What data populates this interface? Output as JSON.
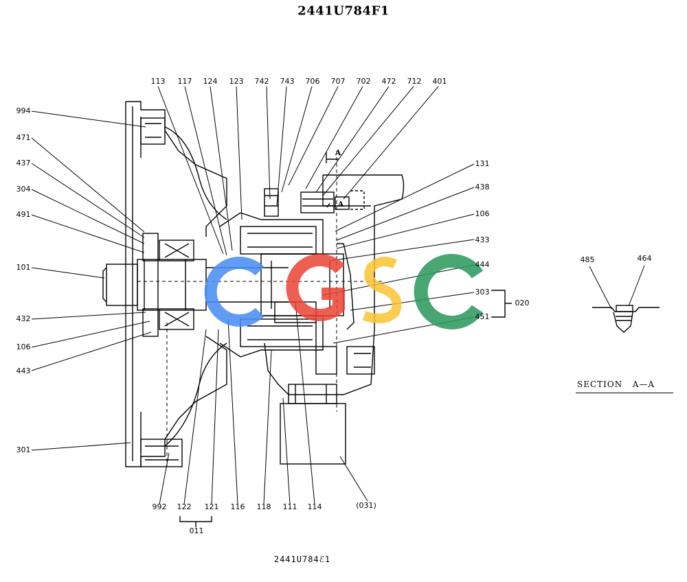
{
  "title": "2441U784F1",
  "footer_code": "2441U784ℰ1",
  "section_title": "SECTION   A—A",
  "section_marker": "A",
  "watermark": {
    "letters": [
      "C",
      "G",
      "S",
      "C"
    ],
    "colors": [
      "#4a8ef2",
      "#ea4335",
      "#f9c333",
      "#2e9a5e"
    ]
  },
  "assembly_groups": {
    "group_011": "011",
    "group_020": "020"
  },
  "callouts": {
    "c113": "113",
    "c117": "117",
    "c124": "124",
    "c123": "123",
    "c742": "742",
    "c743": "743",
    "c706": "706",
    "c707": "707",
    "c702": "702",
    "c472": "472",
    "c712": "712",
    "c401": "401",
    "c994": "994",
    "c471": "471",
    "c437": "437",
    "c304": "304",
    "c491": "491",
    "c101": "101",
    "c432": "432",
    "c106a": "106",
    "c443": "443",
    "c301": "301",
    "c131": "131",
    "c438": "438",
    "c106b": "106",
    "c433": "433",
    "c444": "444",
    "c303": "303",
    "c451": "451",
    "c992": "992",
    "c122": "122",
    "c121": "121",
    "c116": "116",
    "c118": "118",
    "c111": "111",
    "c114": "114",
    "c031": "(031)",
    "c485": "485",
    "c464": "464"
  }
}
